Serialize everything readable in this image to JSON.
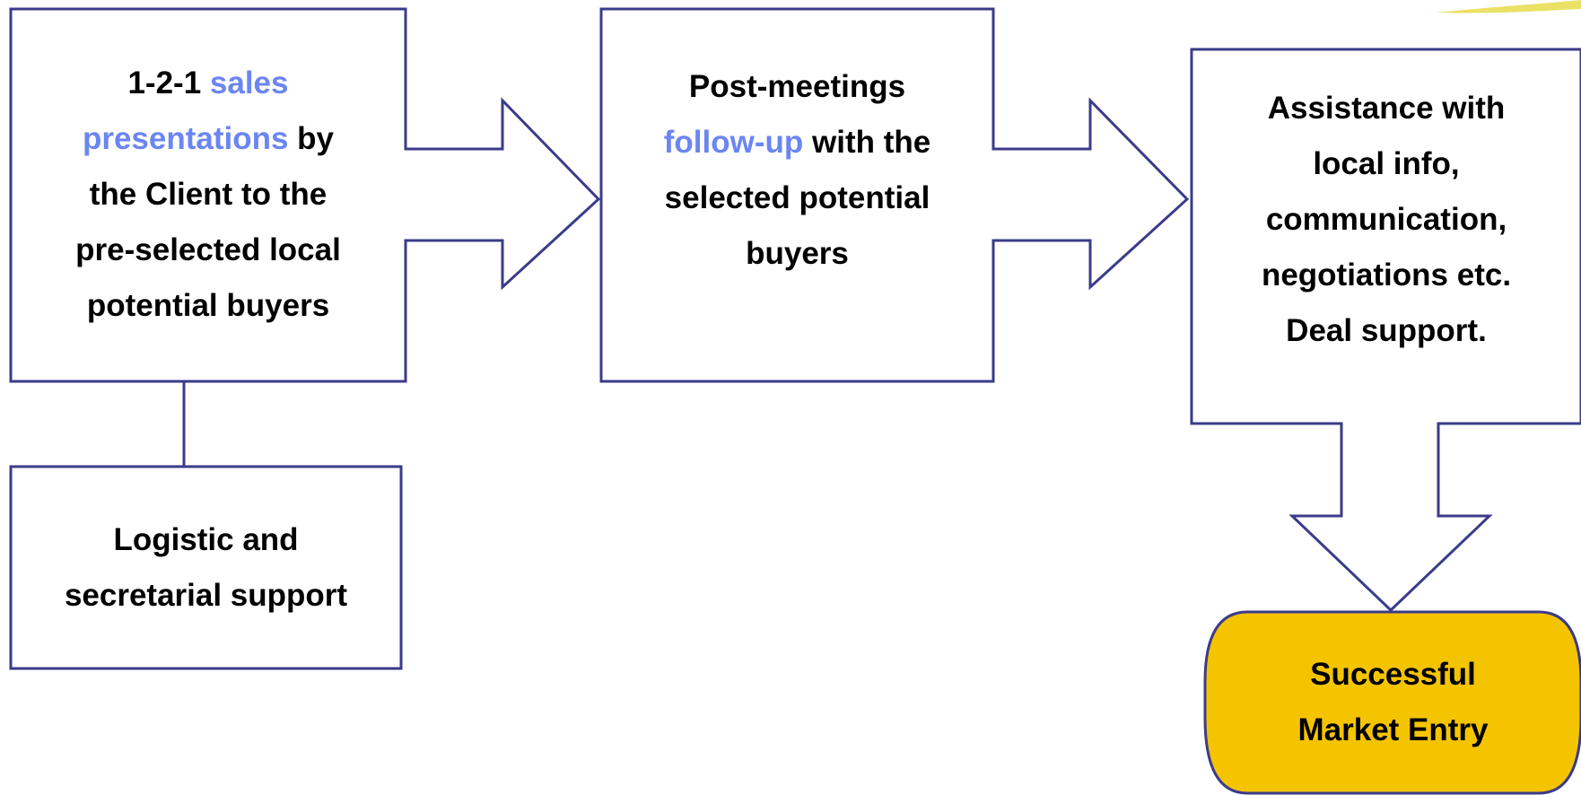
{
  "colors": {
    "stroke": "#3b3b8a",
    "highlight": "#6b86f2",
    "result_fill": "#f5c400",
    "text": "#000000",
    "decoration": "#e8dc4a"
  },
  "boxes": {
    "presentations": {
      "line1_plain": "1-2-1 ",
      "line1_highlight": "sales",
      "line2_highlight": "presentations",
      "line2_plain": " by",
      "line3": "the Client to the",
      "line4": "pre-selected local",
      "line5": "potential buyers"
    },
    "followup": {
      "line1": "Post-meetings",
      "line2_highlight": "follow-up",
      "line2_plain": " with the",
      "line3": "selected potential",
      "line4": "buyers"
    },
    "assistance": {
      "line1": "Assistance with",
      "line2": "local info,",
      "line3": "communication,",
      "line4": "negotiations etc.",
      "line5": "Deal support."
    },
    "logistic": {
      "line1": "Logistic and",
      "line2": "secretarial support"
    },
    "result": {
      "line1": "Successful",
      "line2": "Market Entry"
    }
  }
}
